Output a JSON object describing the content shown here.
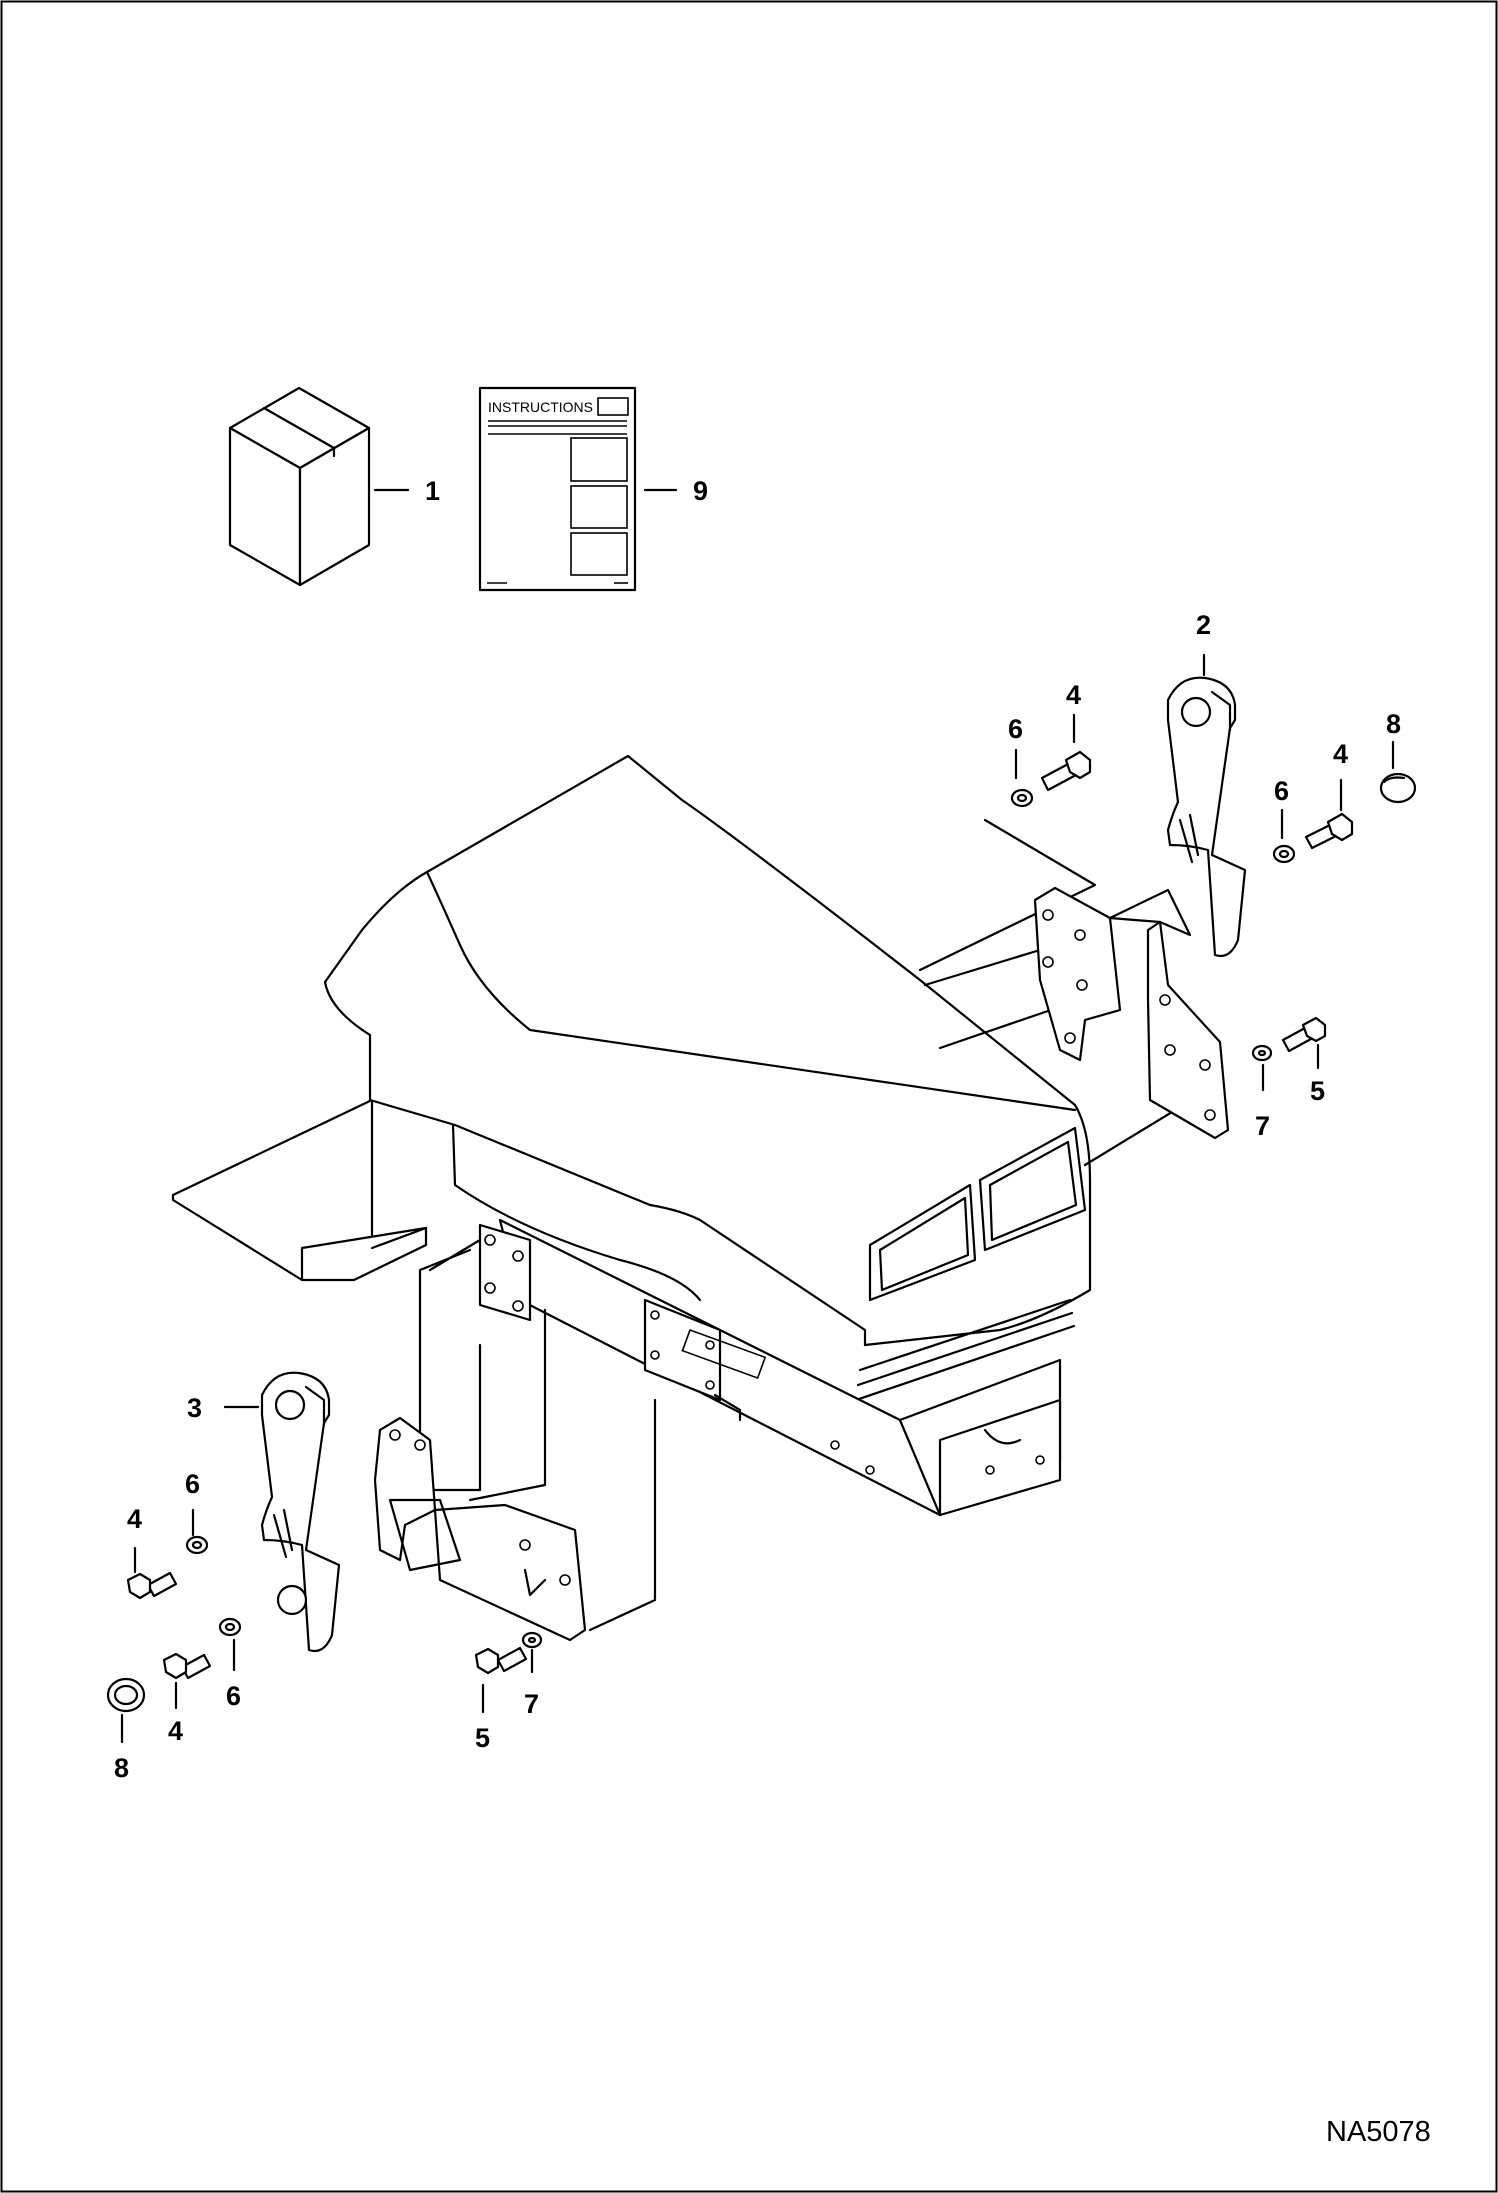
{
  "figure": {
    "doc_id": "NA5078",
    "instructions_label": "INSTRUCTIONS"
  },
  "callouts": [
    {
      "id": "c1",
      "label": "1"
    },
    {
      "id": "c9",
      "label": "9"
    },
    {
      "id": "c2",
      "label": "2"
    },
    {
      "id": "c4a",
      "label": "4"
    },
    {
      "id": "c6a",
      "label": "6"
    },
    {
      "id": "c8a",
      "label": "8"
    },
    {
      "id": "c4b",
      "label": "4"
    },
    {
      "id": "c6b",
      "label": "6"
    },
    {
      "id": "c5a",
      "label": "5"
    },
    {
      "id": "c7a",
      "label": "7"
    },
    {
      "id": "c3",
      "label": "3"
    },
    {
      "id": "c6c",
      "label": "6"
    },
    {
      "id": "c4c",
      "label": "4"
    },
    {
      "id": "c6d",
      "label": "6"
    },
    {
      "id": "c4d",
      "label": "4"
    },
    {
      "id": "c8b",
      "label": "8"
    },
    {
      "id": "c7b",
      "label": "7"
    },
    {
      "id": "c5b",
      "label": "5"
    }
  ]
}
